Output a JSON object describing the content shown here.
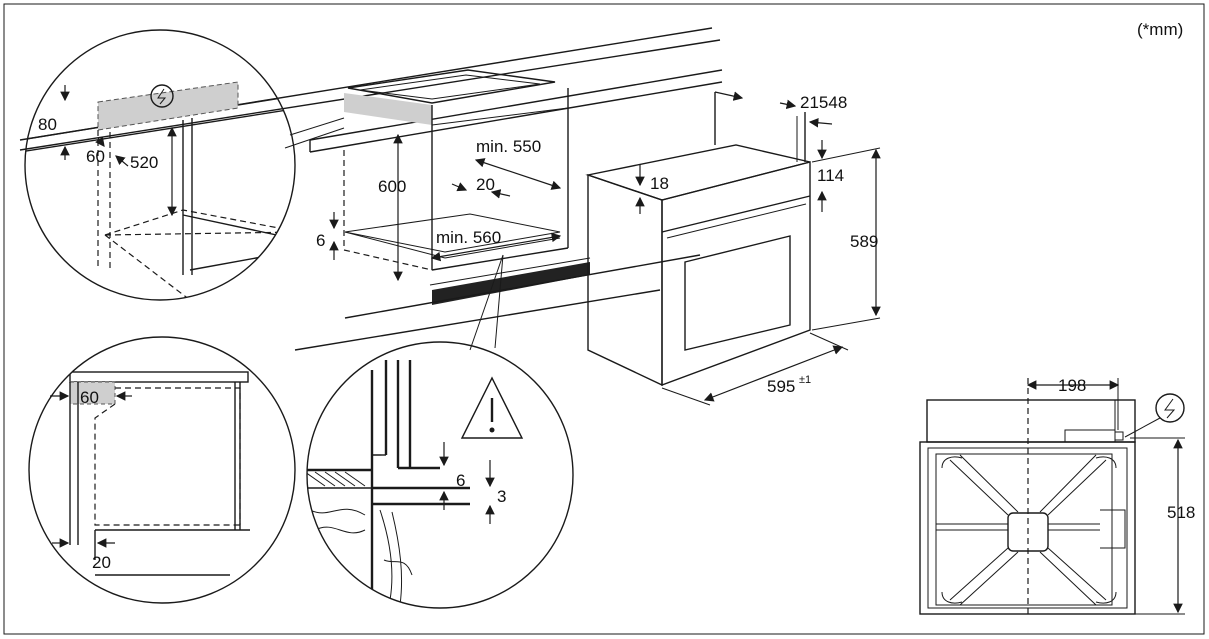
{
  "unit_note": "(*mm)",
  "dimensions": {
    "d80": "80",
    "d60_top": "60",
    "d520": "520",
    "d600": "600",
    "d_min550": "min. 550",
    "d20_cab": "20",
    "d6_cab": "6",
    "d_min560": "min. 560",
    "d21548": "21548",
    "d18": "18",
    "d114": "114",
    "d589": "589",
    "d595": "595",
    "d595_tol": "±1",
    "d60_side": "60",
    "d20_side": "20",
    "d6_detail": "6",
    "d3_detail": "3",
    "d198": "198",
    "d518": "518"
  }
}
